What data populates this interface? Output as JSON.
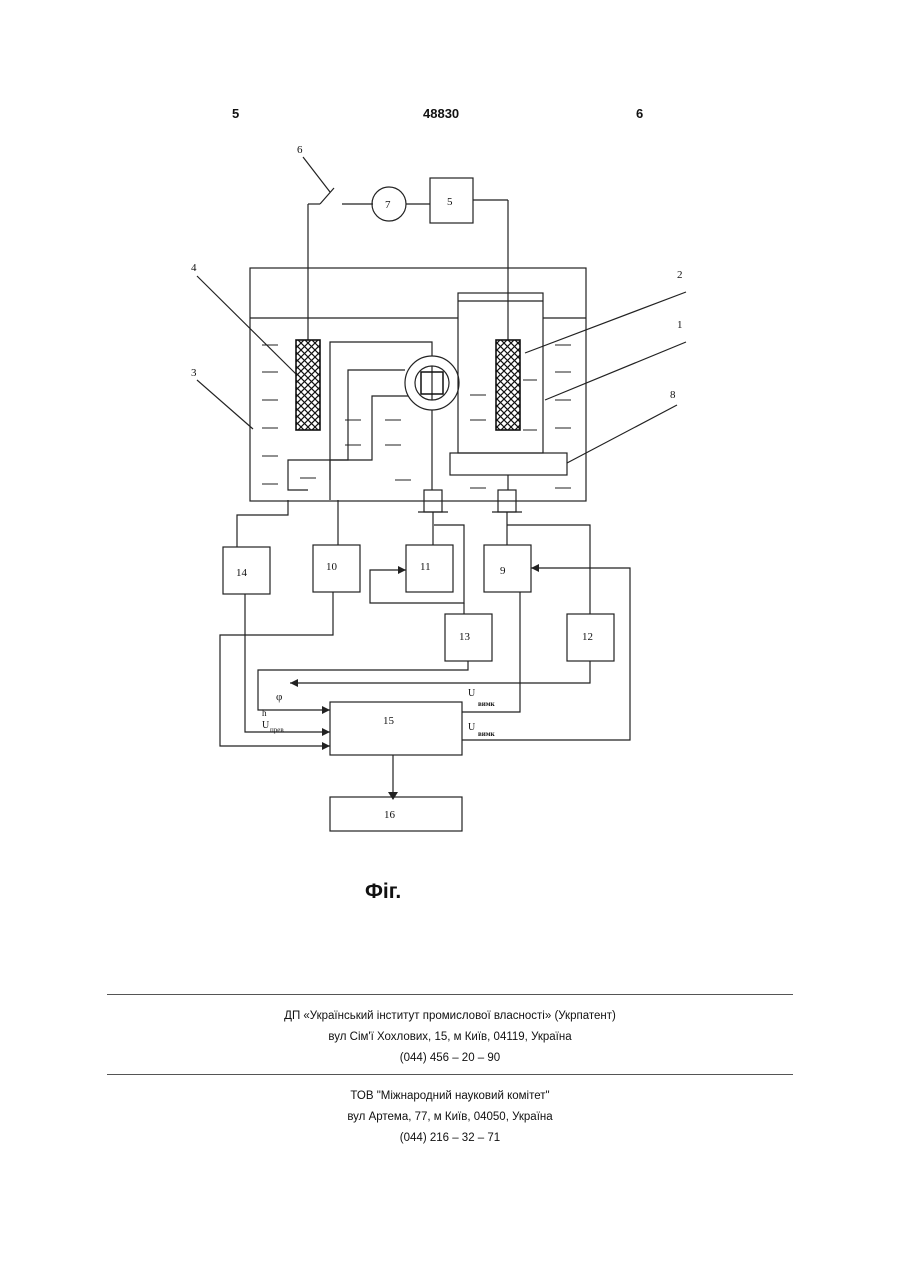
{
  "header": {
    "left_page": "5",
    "patent_number": "48830",
    "right_page": "6"
  },
  "diagram": {
    "labels": {
      "l1": "1",
      "l2": "2",
      "l3": "3",
      "l4": "4",
      "l5": "5",
      "l6": "6",
      "l7": "7",
      "l8": "8",
      "l9": "9",
      "l10": "10",
      "l11": "11",
      "l12": "12",
      "l13": "13",
      "l14": "14",
      "l15": "15",
      "l16": "16"
    },
    "signals": {
      "phi": "φ",
      "h": "h",
      "u": "U",
      "u_sub_prev": "прев",
      "u_vimk_sub": "вимк"
    }
  },
  "caption": "Фіг.",
  "footer": {
    "org1_name": "ДП «Український інститут промислової власності» (Укрпатент)",
    "org1_address": "вул  Сім'ї Хохлових, 15, м  Київ, 04119, Україна",
    "org1_phone": "(044) 456 – 20 –  90",
    "org2_name": "ТОВ \"Міжнародний науковий комітет\"",
    "org2_address": "вул  Артема, 77, м  Київ, 04050, Україна",
    "org2_phone": "(044) 216 – 32 – 71"
  }
}
